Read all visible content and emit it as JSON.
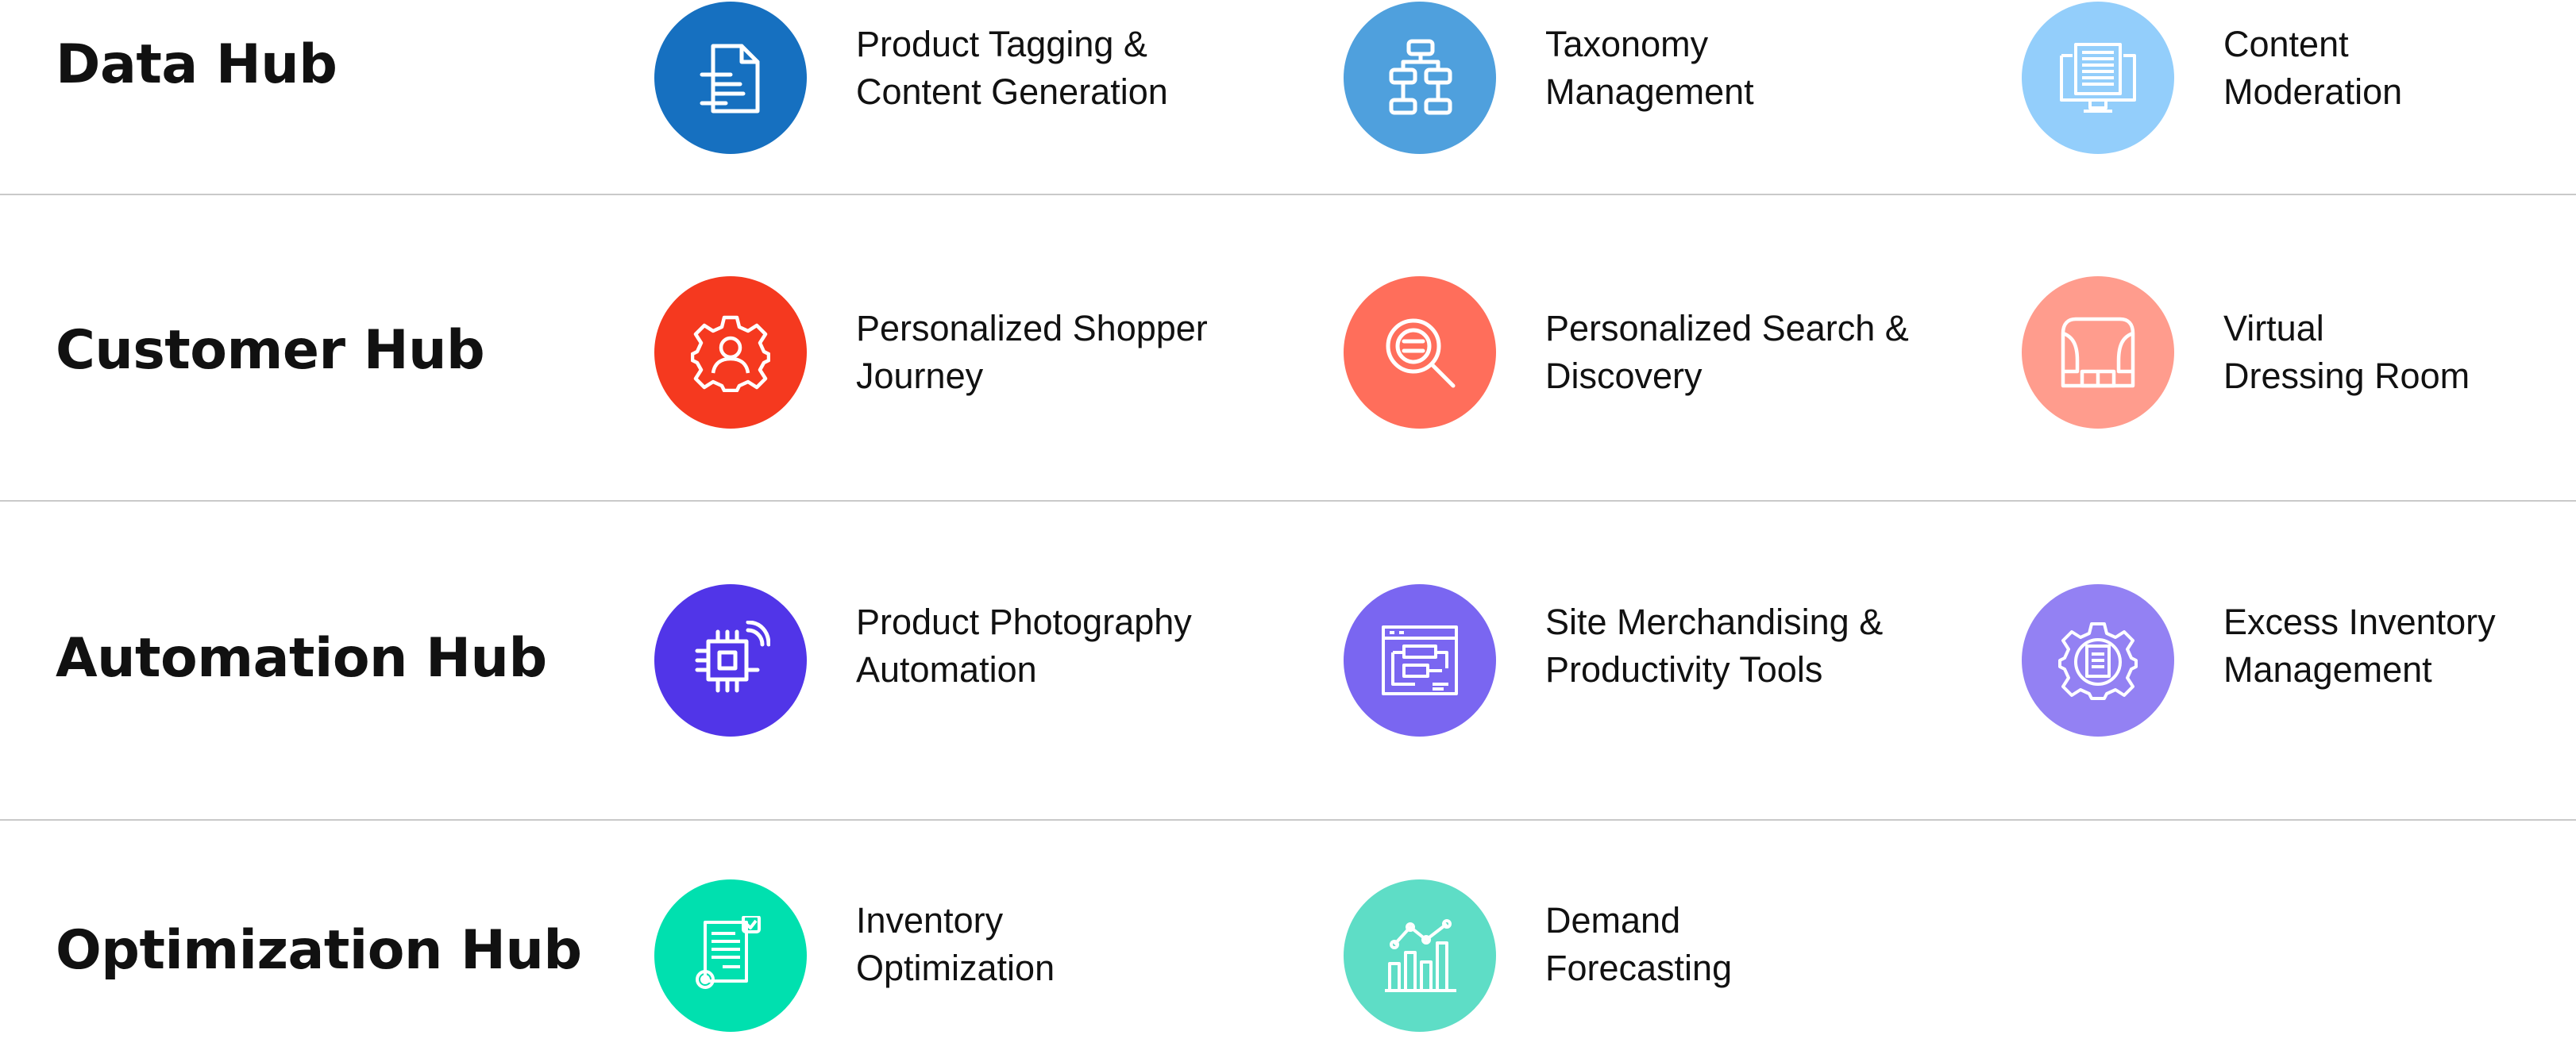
{
  "hubs": [
    {
      "title": "Data Hub",
      "items": [
        {
          "line1": "Product Tagging &",
          "line2": "Content Generation",
          "color": "#1670C0",
          "icon": "document-icon"
        },
        {
          "line1": "Taxonomy",
          "line2": "Management",
          "color": "#4FA0DD",
          "icon": "hierarchy-icon"
        },
        {
          "line1": "Content",
          "line2": "Moderation",
          "color": "#93CEFB",
          "icon": "monitor-book-icon"
        }
      ]
    },
    {
      "title": "Customer Hub",
      "items": [
        {
          "line1": "Personalized Shopper",
          "line2": "Journey",
          "color": "#F5391F",
          "icon": "gear-user-icon"
        },
        {
          "line1": "Personalized Search &",
          "line2": "Discovery",
          "color": "#FF6E5B",
          "icon": "magnifier-icon"
        },
        {
          "line1": "Virtual",
          "line2": "Dressing Room",
          "color": "#FF9C8D",
          "icon": "dressing-room-icon"
        }
      ]
    },
    {
      "title": "Automation Hub",
      "items": [
        {
          "line1": "Product Photography",
          "line2": "Automation",
          "color": "#5135E8",
          "icon": "chip-wireless-icon"
        },
        {
          "line1": "Site Merchandising &",
          "line2": "Productivity Tools",
          "color": "#7A66F1",
          "icon": "browser-flow-icon"
        },
        {
          "line1": "Excess Inventory",
          "line2": "Management",
          "color": "#9381F3",
          "icon": "gear-checklist-icon"
        }
      ]
    },
    {
      "title": "Optimization Hub",
      "items": [
        {
          "line1": "Inventory",
          "line2": "Optimization",
          "color": "#00E0AF",
          "icon": "report-gear-icon"
        },
        {
          "line1": "Demand",
          "line2": "Forecasting",
          "color": "#5EDDC6",
          "icon": "bar-chart-icon"
        }
      ]
    }
  ]
}
